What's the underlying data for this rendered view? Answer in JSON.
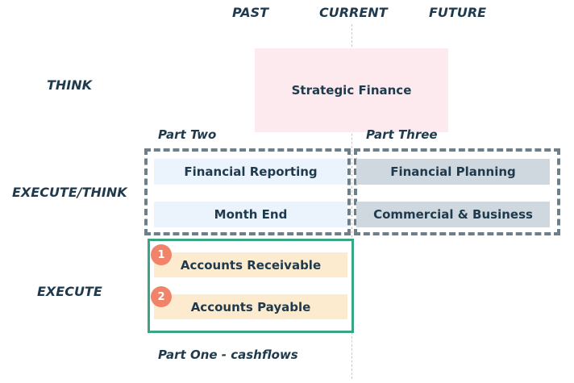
{
  "columns": [
    "PAST",
    "CURRENT",
    "FUTURE"
  ],
  "rows": [
    "THINK",
    "EXECUTE/THINK",
    "EXECUTE"
  ],
  "boxes": {
    "strategic": "Strategic Finance",
    "financial_reporting": "Financial Reporting",
    "month_end": "Month End",
    "financial_planning": "Financial Planning",
    "commercial": "Commercial & Business",
    "accounts_receivable": "Accounts Receivable",
    "accounts_payable": "Accounts Payable"
  },
  "parts": {
    "two": "Part Two",
    "three": "Part Three",
    "one": "Part One - cashflows"
  },
  "badges": [
    "1",
    "2"
  ],
  "colors": {
    "text": "#1f3a4d",
    "strategic_fill": "#fdeaee",
    "dashed_frame": "#6f7f8a",
    "solid_frame": "#3aa584",
    "light_blue_fill": "#ebf3fd",
    "slate_fill": "#cfd8de",
    "peach_fill": "#fdebcf",
    "badge": "#f0846a"
  }
}
